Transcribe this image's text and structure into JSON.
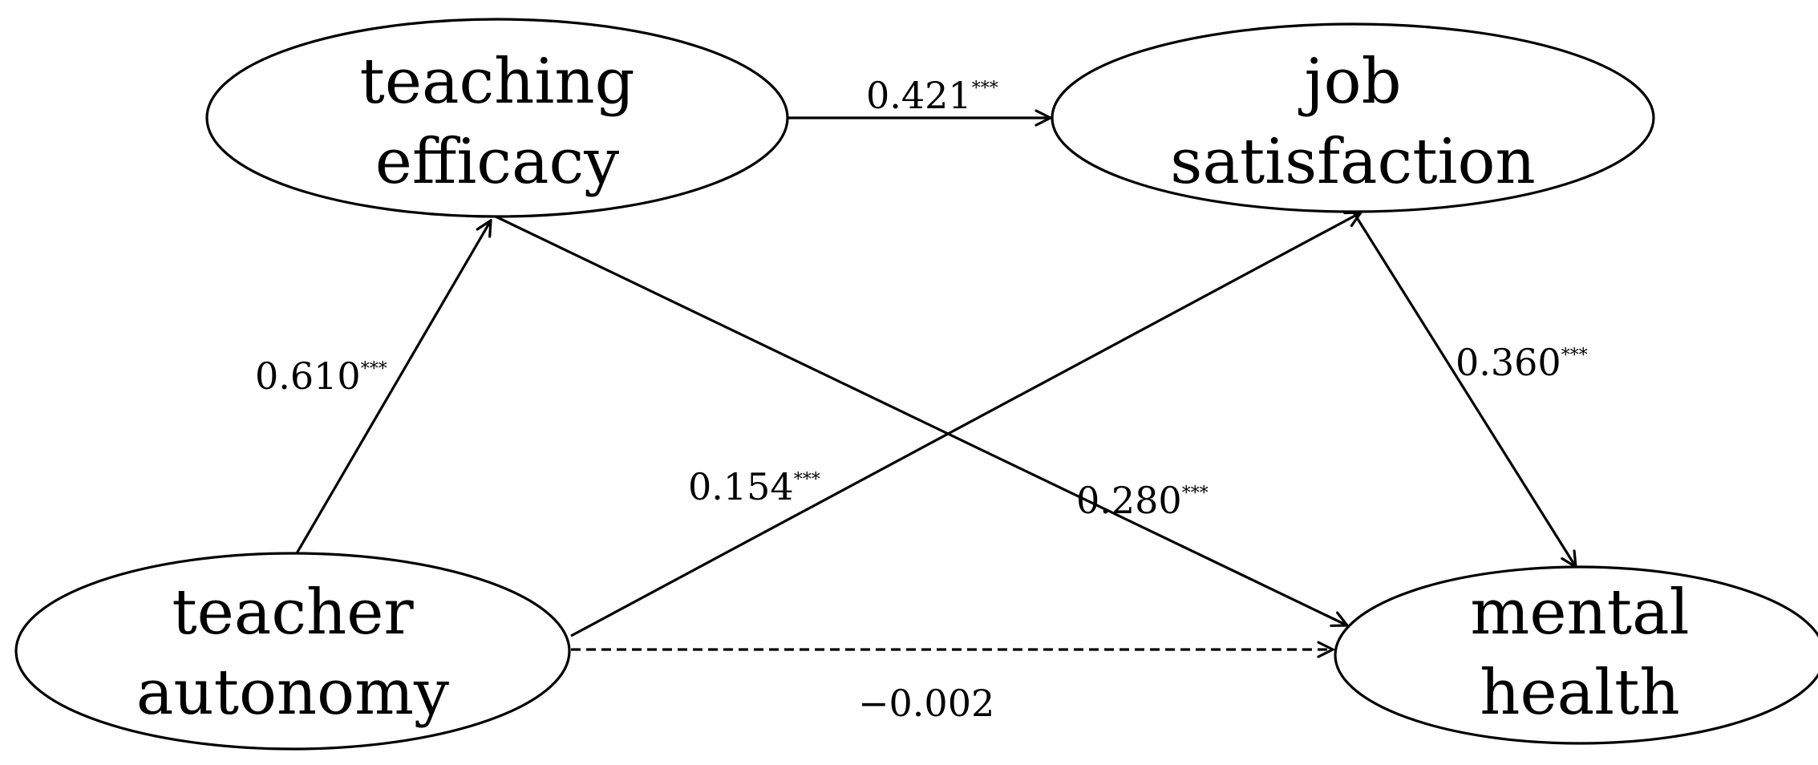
{
  "nodes": {
    "teaching_efficacy": {
      "line1": "teaching",
      "line2": "efficacy"
    },
    "job_satisfaction": {
      "line1": "job",
      "line2": "satisfaction"
    },
    "teacher_autonomy": {
      "line1": "teacher",
      "line2": "autonomy"
    },
    "mental_health": {
      "line1": "mental",
      "line2": "health"
    }
  },
  "paths": {
    "efficacy_to_satisfaction": {
      "coefficient": "0.421",
      "significance": "***",
      "style": "solid"
    },
    "autonomy_to_efficacy": {
      "coefficient": "0.610",
      "significance": "***",
      "style": "solid"
    },
    "autonomy_to_satisfaction": {
      "coefficient": "0.154",
      "significance": "***",
      "style": "solid"
    },
    "efficacy_to_health": {
      "coefficient": "0.280",
      "significance": "***",
      "style": "solid"
    },
    "satisfaction_to_health": {
      "coefficient": "0.360",
      "significance": "***",
      "style": "solid"
    },
    "autonomy_to_health": {
      "coefficient": "−0.002",
      "significance": "",
      "style": "dashed"
    }
  }
}
